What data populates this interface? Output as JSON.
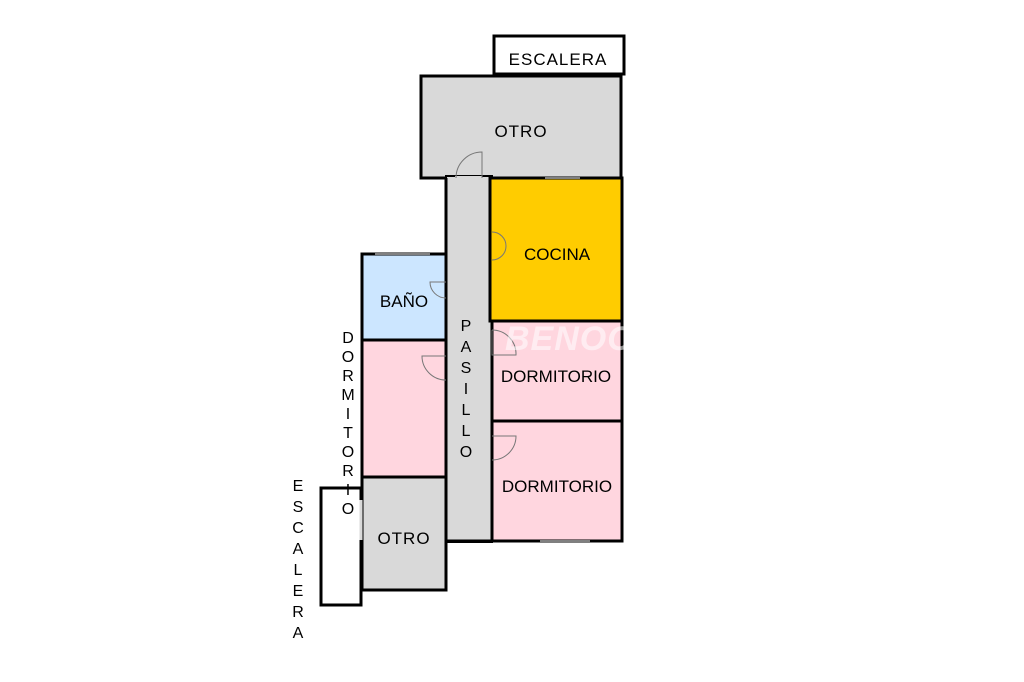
{
  "rooms": {
    "escalera_top": "ESCALERA",
    "otro_top": "OTRO",
    "cocina": "COCINA",
    "bano": "BAÑO",
    "pasillo": "PASILLO",
    "dormitorio_left": "DORMITORIO",
    "dormitorio_right_1": "DORMITORIO",
    "dormitorio_right_2": "DORMITORIO",
    "otro_bottom": "OTRO",
    "escalera_left": "ESCALERA"
  },
  "watermark": "BENOCASA",
  "colors": {
    "grey": "#d9d9d9",
    "kitchen": "#ffcc00",
    "bath": "#cce6ff",
    "bedroom": "#ffd6df",
    "wall": "#000000",
    "background": "#ffffff"
  }
}
